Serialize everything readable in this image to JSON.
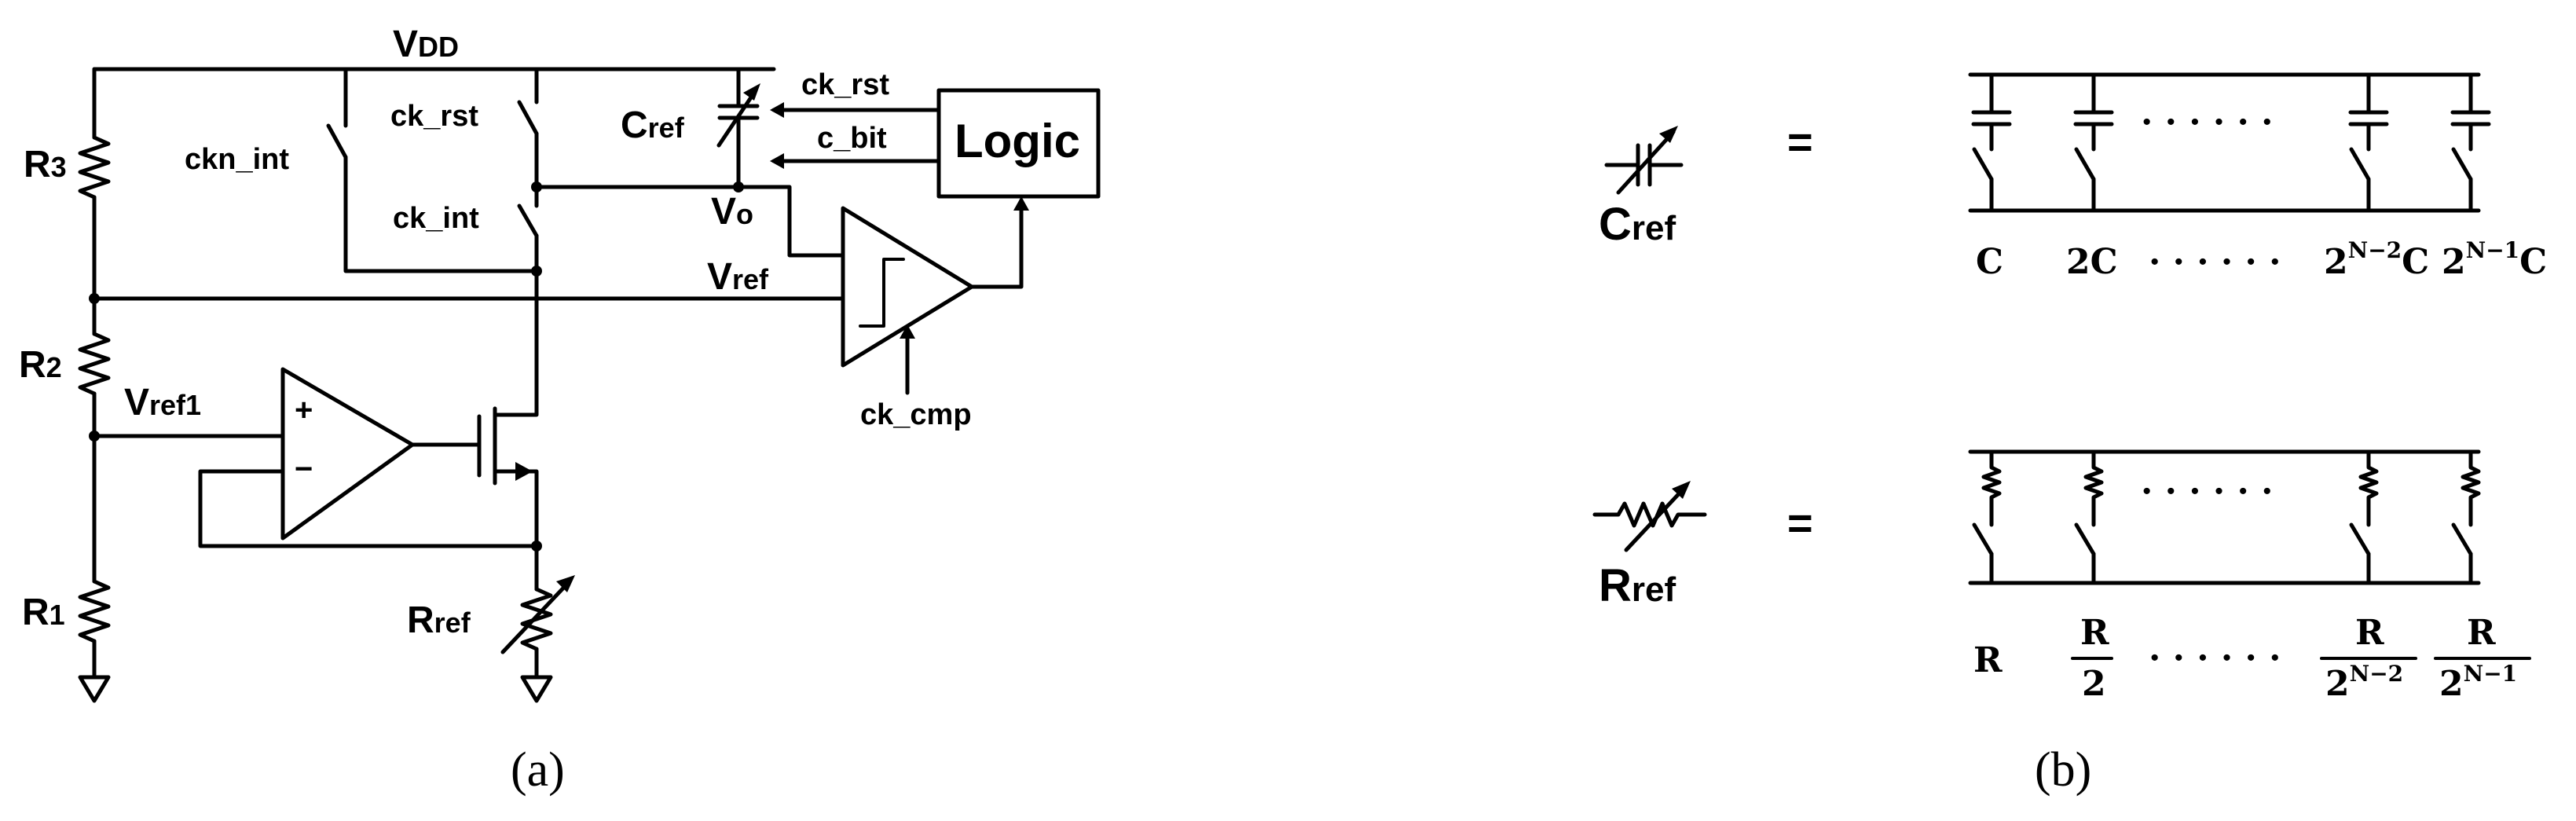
{
  "panel_a": {
    "caption": "(a)",
    "vdd": {
      "main": "V",
      "sub": "DD"
    },
    "r3": {
      "main": "R",
      "sub": "3"
    },
    "r2": {
      "main": "R",
      "sub": "2"
    },
    "r1": {
      "main": "R",
      "sub": "1"
    },
    "vref1": {
      "main": "V",
      "sub": "ref1"
    },
    "rref": {
      "main": "R",
      "sub": "ref"
    },
    "cref": {
      "main": "C",
      "sub": "ref"
    },
    "vo": {
      "main": "V",
      "sub": "o"
    },
    "vref": {
      "main": "V",
      "sub": "ref"
    },
    "ckn_int": "ckn_int",
    "ck_rst_switch": "ck_rst",
    "ck_int": "ck_int",
    "ck_rst_signal": "ck_rst",
    "c_bit": "c_bit",
    "logic": "Logic",
    "ck_cmp": "ck_cmp",
    "plus": "+",
    "minus": "−"
  },
  "panel_b": {
    "caption": "(b)",
    "cref_symbol": {
      "main": "C",
      "sub": "ref"
    },
    "rref_symbol": {
      "main": "R",
      "sub": "ref"
    },
    "equals_top": "=",
    "equals_bottom": "=",
    "dots": "· · · · · ·",
    "cap_labels": {
      "c1": "C",
      "c2": "2C",
      "c3_base": "2",
      "c3_exp": "N−2",
      "c3_suffix": "C",
      "c4_base": "2",
      "c4_exp": "N−1",
      "c4_suffix": "C"
    },
    "res_labels": {
      "r1": "R",
      "r2_num": "R",
      "r2_den": "2",
      "r3_num": "R",
      "r3_den_base": "2",
      "r3_den_exp": "N−2",
      "r4_num": "R",
      "r4_den_base": "2",
      "r4_den_exp": "N−1"
    }
  }
}
